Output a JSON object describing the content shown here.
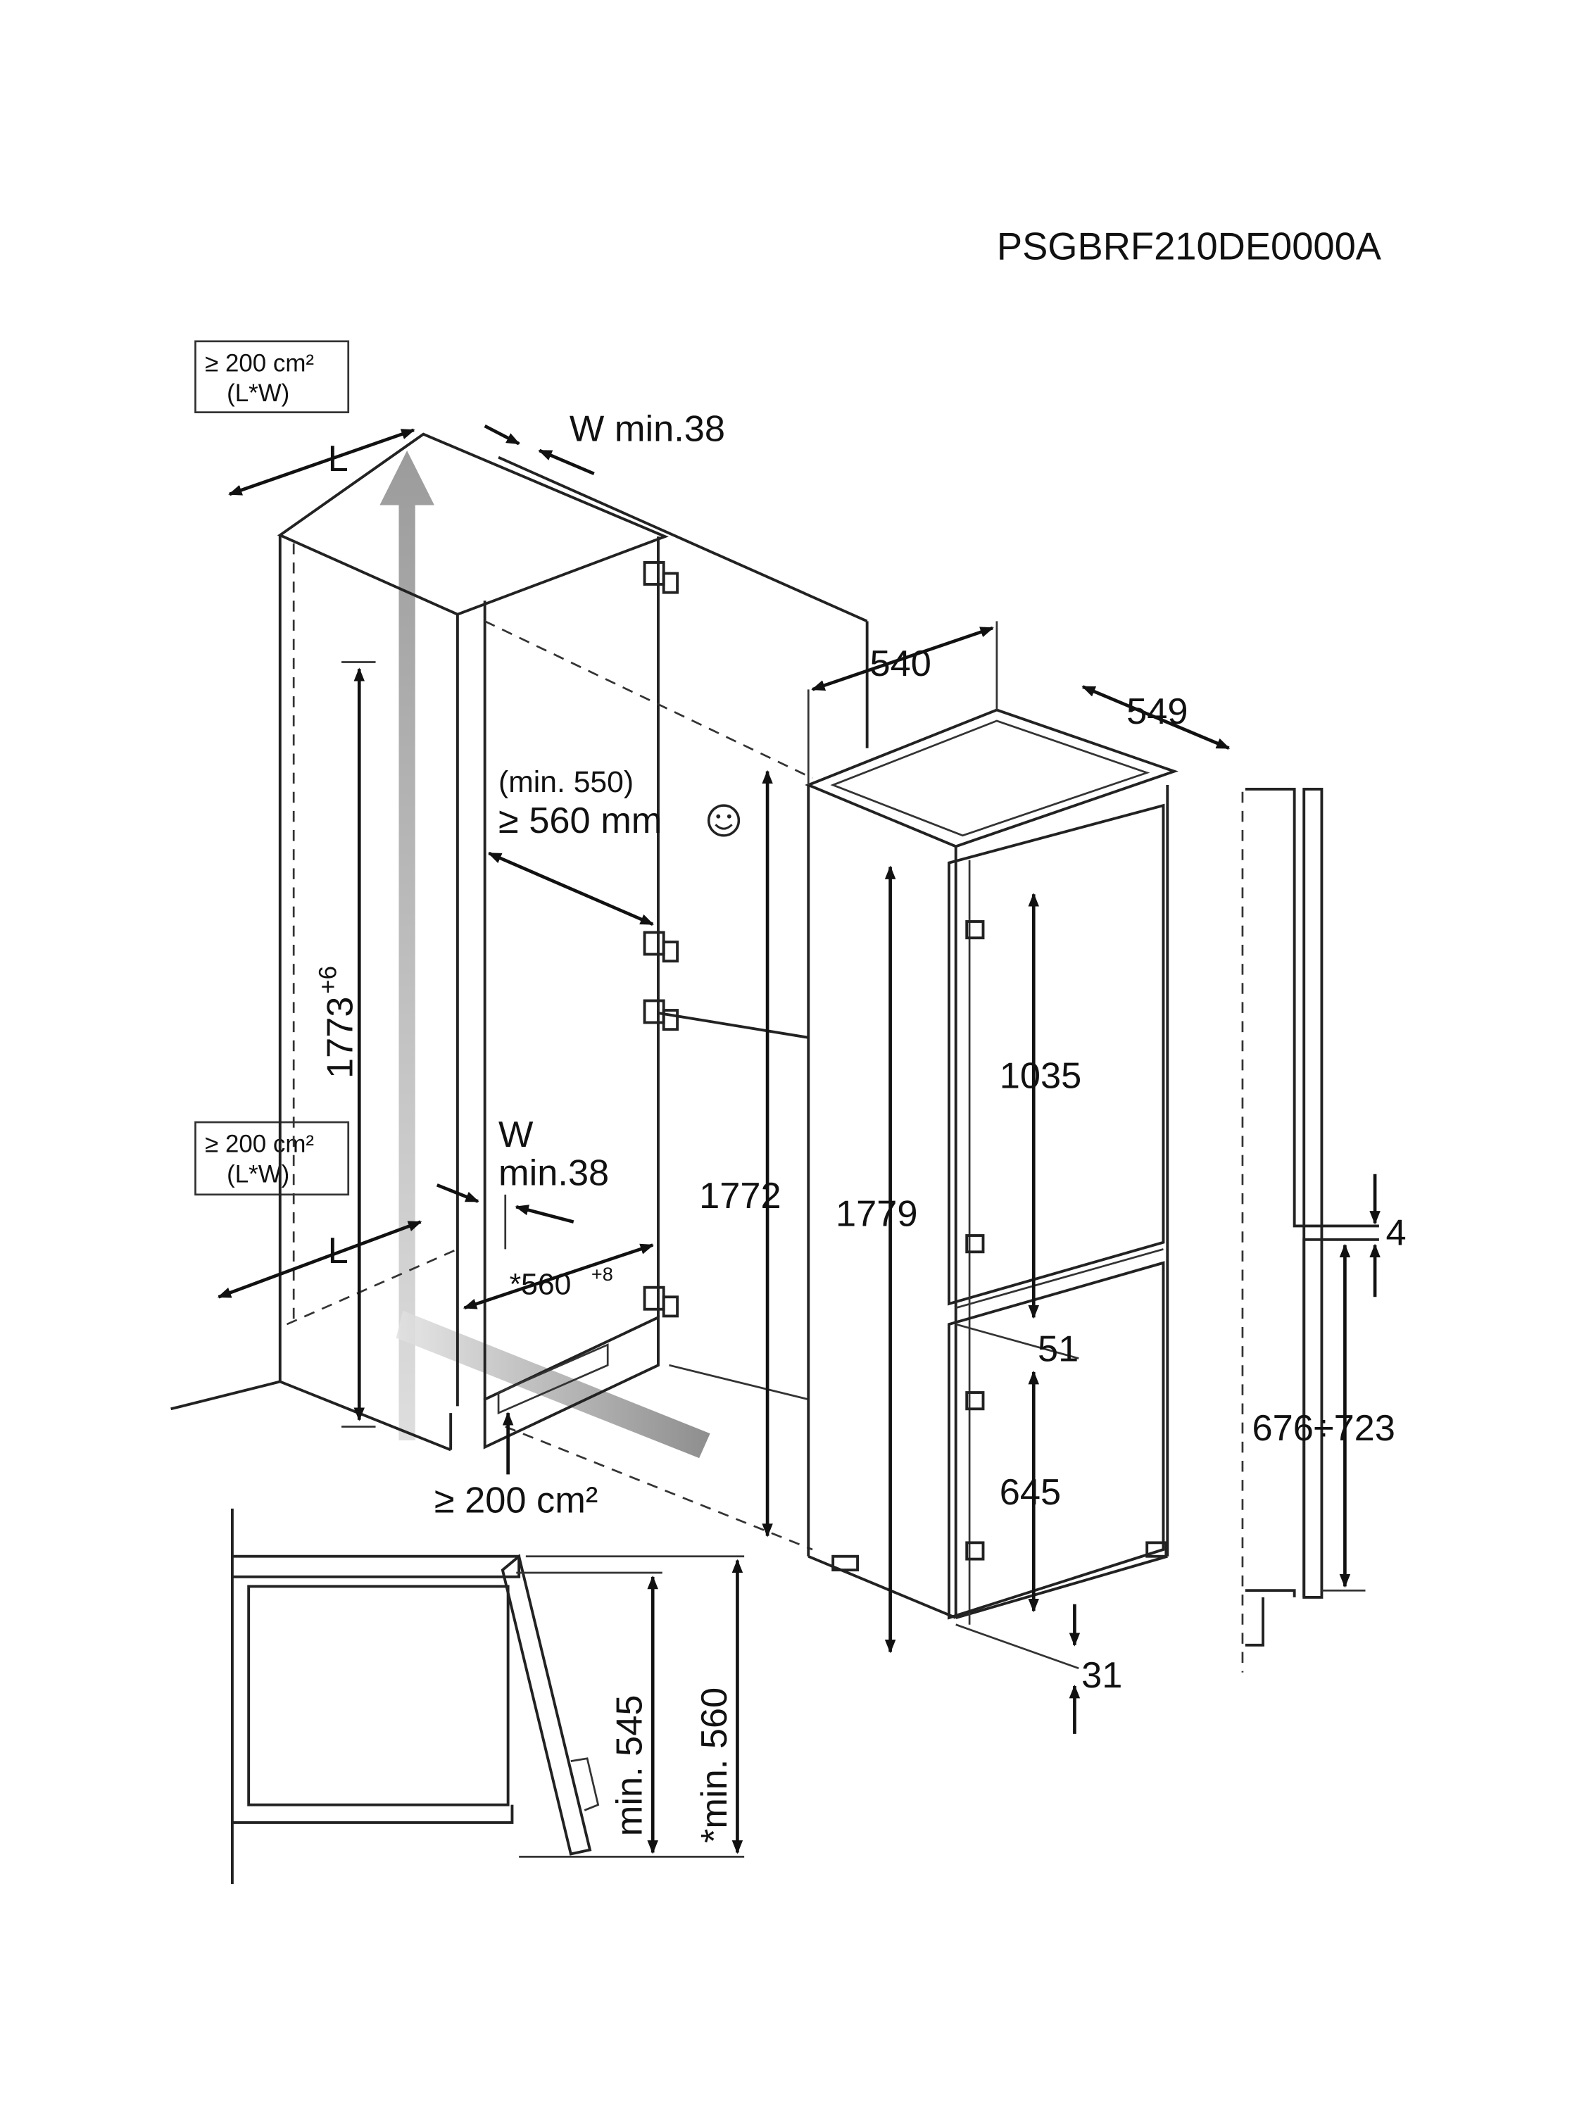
{
  "title": "PSGBRF210DE0000A",
  "vent_box_top": {
    "line1": "≥ 200 cm²",
    "line2": "(L*W)"
  },
  "vent_box_bottom": {
    "line1": "≥ 200 cm²",
    "line2": "(L*W)"
  },
  "labels": {
    "L_top": "L",
    "L_bottom": "L",
    "w_min_top": "W min.38",
    "w_bottom": "W",
    "min38_bottom": "min.38",
    "min550": "(min. 550)",
    "ge560": "≥ 560 mm",
    "niche_height": "1773",
    "niche_height_tol": "+6",
    "niche_depth": "*560",
    "niche_depth_tol": "+8",
    "vent_bottom": "≥ 200 cm²",
    "width_540": "540",
    "depth_549": "549",
    "height_1772": "1772",
    "height_1779": "1779",
    "upper_door": "1035",
    "gap_51": "51",
    "lower_door": "645",
    "bottom_31": "31",
    "gap_4": "4",
    "range_676_723": "676÷723",
    "min545": "min. 545",
    "min560": "*min. 560"
  },
  "colors": {
    "line": "#222222",
    "airflow": "#9a9a9a"
  }
}
